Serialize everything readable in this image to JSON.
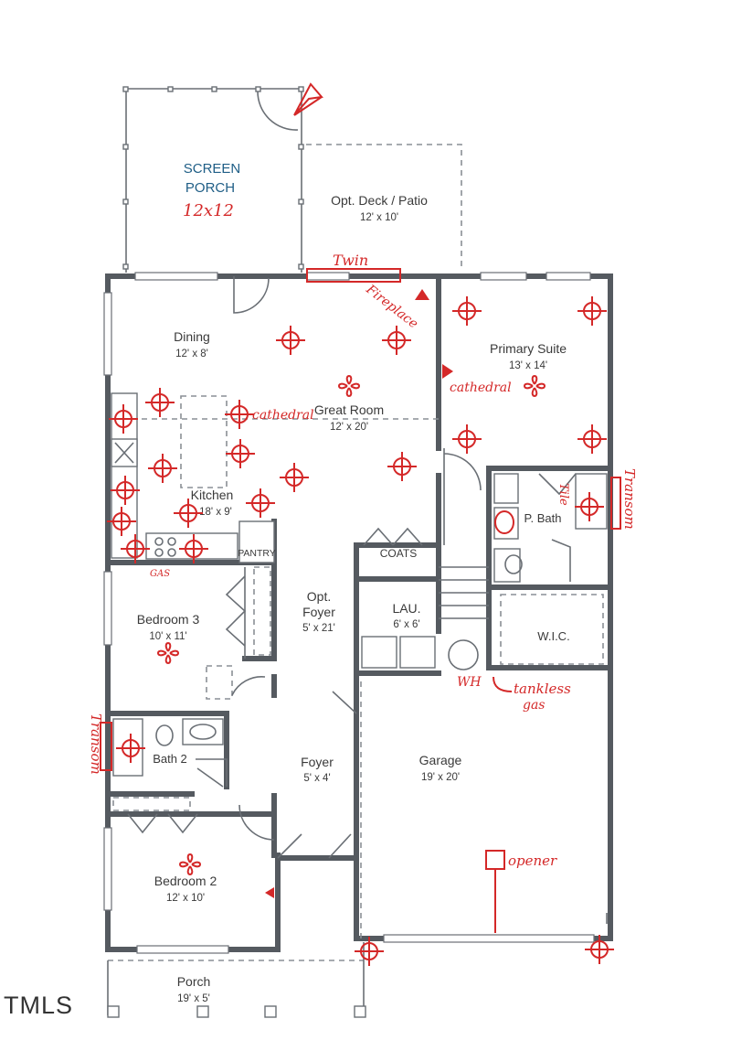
{
  "rooms": {
    "screen_porch": {
      "line1": "SCREEN",
      "line2": "PORCH"
    },
    "deck": {
      "name": "Opt. Deck / Patio",
      "dims": "12' x 10'"
    },
    "dining": {
      "name": "Dining",
      "dims": "12' x 8'"
    },
    "great_room": {
      "name": "Great Room",
      "dims": "12' x 20'"
    },
    "primary_suite": {
      "name": "Primary Suite",
      "dims": "13' x 14'"
    },
    "kitchen": {
      "name": "Kitchen",
      "dims": "18' x 9'"
    },
    "pantry": {
      "name": "PANTRY"
    },
    "coats": {
      "name": "COATS"
    },
    "p_bath": {
      "name": "P. Bath"
    },
    "opt_foyer": {
      "line1": "Opt.",
      "line2": "Foyer",
      "dims": "5' x 21'"
    },
    "lau": {
      "name": "LAU.",
      "dims": "6' x 6'"
    },
    "wic": {
      "name": "W.I.C."
    },
    "bedroom3": {
      "name": "Bedroom 3",
      "dims": "10' x 11'"
    },
    "bath2": {
      "name": "Bath 2"
    },
    "foyer": {
      "name": "Foyer",
      "dims": "5' x 4'"
    },
    "garage": {
      "name": "Garage",
      "dims": "19' x 20'"
    },
    "bedroom2": {
      "name": "Bedroom 2",
      "dims": "12' x 10'"
    },
    "porch": {
      "name": "Porch",
      "dims": "19' x 5'"
    }
  },
  "annotations": {
    "porch_size": "12x12",
    "twin": "Twin",
    "fireplace": "Fireplace",
    "cathedral_great": "cathedral",
    "cathedral_suite": "cathedral",
    "gas": "GAS",
    "tile": "Tile",
    "transom_right": "Transom",
    "transom_left": "Transom",
    "wh": "WH",
    "tankless": "tankless",
    "tankless_gas": "gas",
    "opener": "opener"
  },
  "watermark": "TMLS",
  "colors": {
    "wall": "#555a60",
    "label_blue": "#1f5e86",
    "markup_red": "#d42828"
  }
}
